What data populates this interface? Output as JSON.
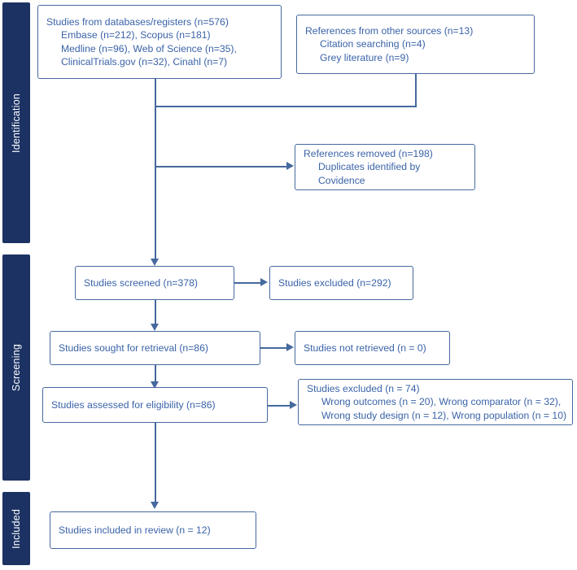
{
  "diagram": {
    "type": "prisma-flow-diagram",
    "colors": {
      "band_fill": "#1b3263",
      "band_text": "#ffffff",
      "box_border": "#46699e",
      "box_text": "#3a63a8",
      "connector": "#46699e",
      "background": "#ffffff"
    },
    "phases": [
      {
        "id": "identification",
        "label": "Identification"
      },
      {
        "id": "screening",
        "label": "Screening"
      },
      {
        "id": "included",
        "label": "Included"
      }
    ],
    "boxes": {
      "databases": {
        "name": "databases-registers-box",
        "lines": [
          {
            "text": "Studies from databases/registers (n=576)",
            "indent": false
          },
          {
            "text": "Embase (n=212), Scopus (n=181)",
            "indent": true
          },
          {
            "text": "Medline (n=96), Web of Science (n=35),",
            "indent": true
          },
          {
            "text": "ClinicalTrials.gov (n=32), Cinahl (n=7)",
            "indent": true
          }
        ]
      },
      "other_sources": {
        "name": "other-sources-box",
        "lines": [
          {
            "text": "References from other sources (n=13)",
            "indent": false
          },
          {
            "text": "Citation searching (n=4)",
            "indent": true
          },
          {
            "text": "Grey literature (n=9)",
            "indent": true
          }
        ]
      },
      "removed": {
        "name": "references-removed-box",
        "lines": [
          {
            "text": "References removed (n=198)",
            "indent": false
          },
          {
            "text": "Duplicates identified by",
            "indent": true
          },
          {
            "text": "Covidence",
            "indent": true
          }
        ]
      },
      "screened": {
        "name": "studies-screened-box",
        "lines": [
          {
            "text": "Studies screened (n=378)",
            "indent": false
          }
        ]
      },
      "screened_excluded": {
        "name": "studies-excluded-box",
        "lines": [
          {
            "text": "Studies excluded (n=292)",
            "indent": false
          }
        ]
      },
      "sought": {
        "name": "studies-sought-for-retrieval-box",
        "lines": [
          {
            "text": "Studies sought for retrieval (n=86)",
            "indent": false
          }
        ]
      },
      "not_retrieved": {
        "name": "studies-not-retrieved-box",
        "lines": [
          {
            "text": "Studies not retrieved (n = 0)",
            "indent": false
          }
        ]
      },
      "assessed": {
        "name": "studies-assessed-for-eligibility-box",
        "lines": [
          {
            "text": "Studies assessed for eligibility (n=86)",
            "indent": false
          }
        ]
      },
      "eligibility_excluded": {
        "name": "eligibility-excluded-box",
        "lines": [
          {
            "text": "Studies excluded (n = 74)",
            "indent": false
          },
          {
            "text": "Wrong outcomes (n = 20), Wrong comparator (n = 32),",
            "indent": true
          },
          {
            "text": "Wrong study design (n = 12), Wrong population (n = 10)",
            "indent": true
          }
        ]
      },
      "included": {
        "name": "studies-included-in-review-box",
        "lines": [
          {
            "text": "Studies included in review (n = 12)",
            "indent": false
          }
        ]
      }
    }
  }
}
